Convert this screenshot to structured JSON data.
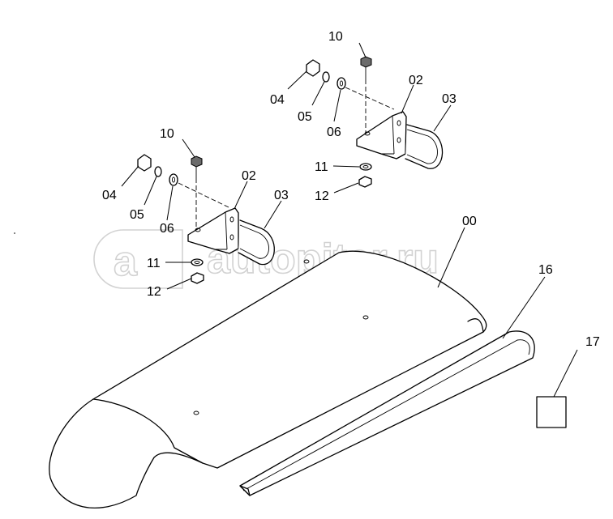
{
  "watermark": {
    "text": "autopiter.ru",
    "logo_letter": "a"
  },
  "callouts": {
    "c00": "00",
    "c16": "16",
    "c17": "17",
    "upper": {
      "c10": "10",
      "c04": "04",
      "c05": "05",
      "c06": "06",
      "c02": "02",
      "c03": "03",
      "c11": "11",
      "c12": "12"
    },
    "lower": {
      "c10": "10",
      "c04": "04",
      "c05": "05",
      "c06": "06",
      "c02": "02",
      "c03": "03",
      "c11": "11",
      "c12": "12"
    }
  },
  "colors": {
    "line": "#000000",
    "watermark": "#d2d2d2",
    "dark_part": "#6b6b6b"
  }
}
